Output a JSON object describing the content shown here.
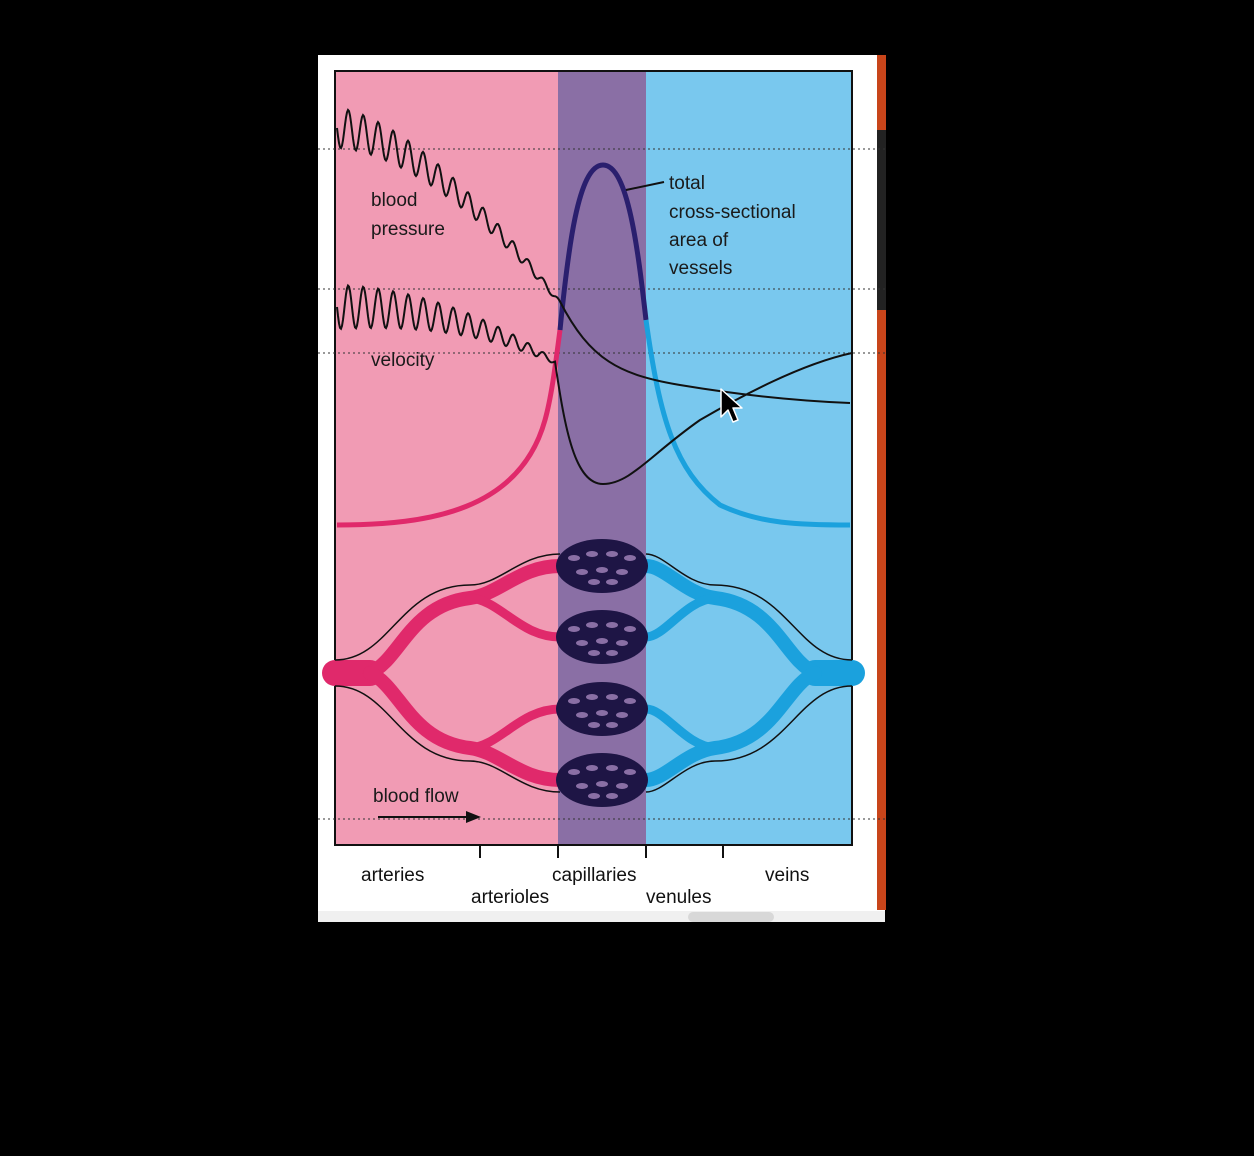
{
  "colors": {
    "background": "#000000",
    "page": "#ffffff",
    "arteries_zone": "#f19bb4",
    "capillaries_zone": "#8a6fa5",
    "veins_zone": "#79c8ee",
    "arterial_vessel": "#e0296b",
    "venous_vessel": "#1ba1dd",
    "capillary_bed": "#1e1545",
    "area_curve_capillary": "#2a1f6e",
    "right_accent": "#c8451a"
  },
  "labels": {
    "blood_pressure_line1": "blood",
    "blood_pressure_line2": "pressure",
    "velocity": "velocity",
    "area_line1": "total",
    "area_line2": "cross-sectional",
    "area_line3": "area of",
    "area_line4": "vessels",
    "blood_flow": "blood flow"
  },
  "axis": {
    "arteries": "arteries",
    "arterioles": "arterioles",
    "capillaries": "capillaries",
    "venules": "venules",
    "veins": "veins"
  },
  "icons": {
    "cursor": "mouse-pointer-icon",
    "flow_arrow": "arrow-right-icon"
  }
}
